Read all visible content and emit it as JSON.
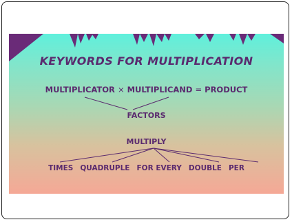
{
  "slide": {
    "title": "KEYWORDS FOR MULTIPLICATION",
    "equation": {
      "term1": "MULTIPLICATOR",
      "times_sign": "×",
      "term2": "MULTIPLICAND",
      "equals_sign": "=",
      "result": "PRODUCT"
    },
    "factors_label": "FACTORS",
    "multiply_label": "MULTIPLY",
    "synonyms": [
      "TIMES",
      "QUADRUPLE",
      "FOR EVERY",
      "DOUBLE",
      "PER"
    ]
  },
  "colors": {
    "text": "#5a2a6e",
    "gradient_top": "#5ff0dc",
    "gradient_bottom": "#f5a896",
    "decor": "#6a2b78"
  }
}
